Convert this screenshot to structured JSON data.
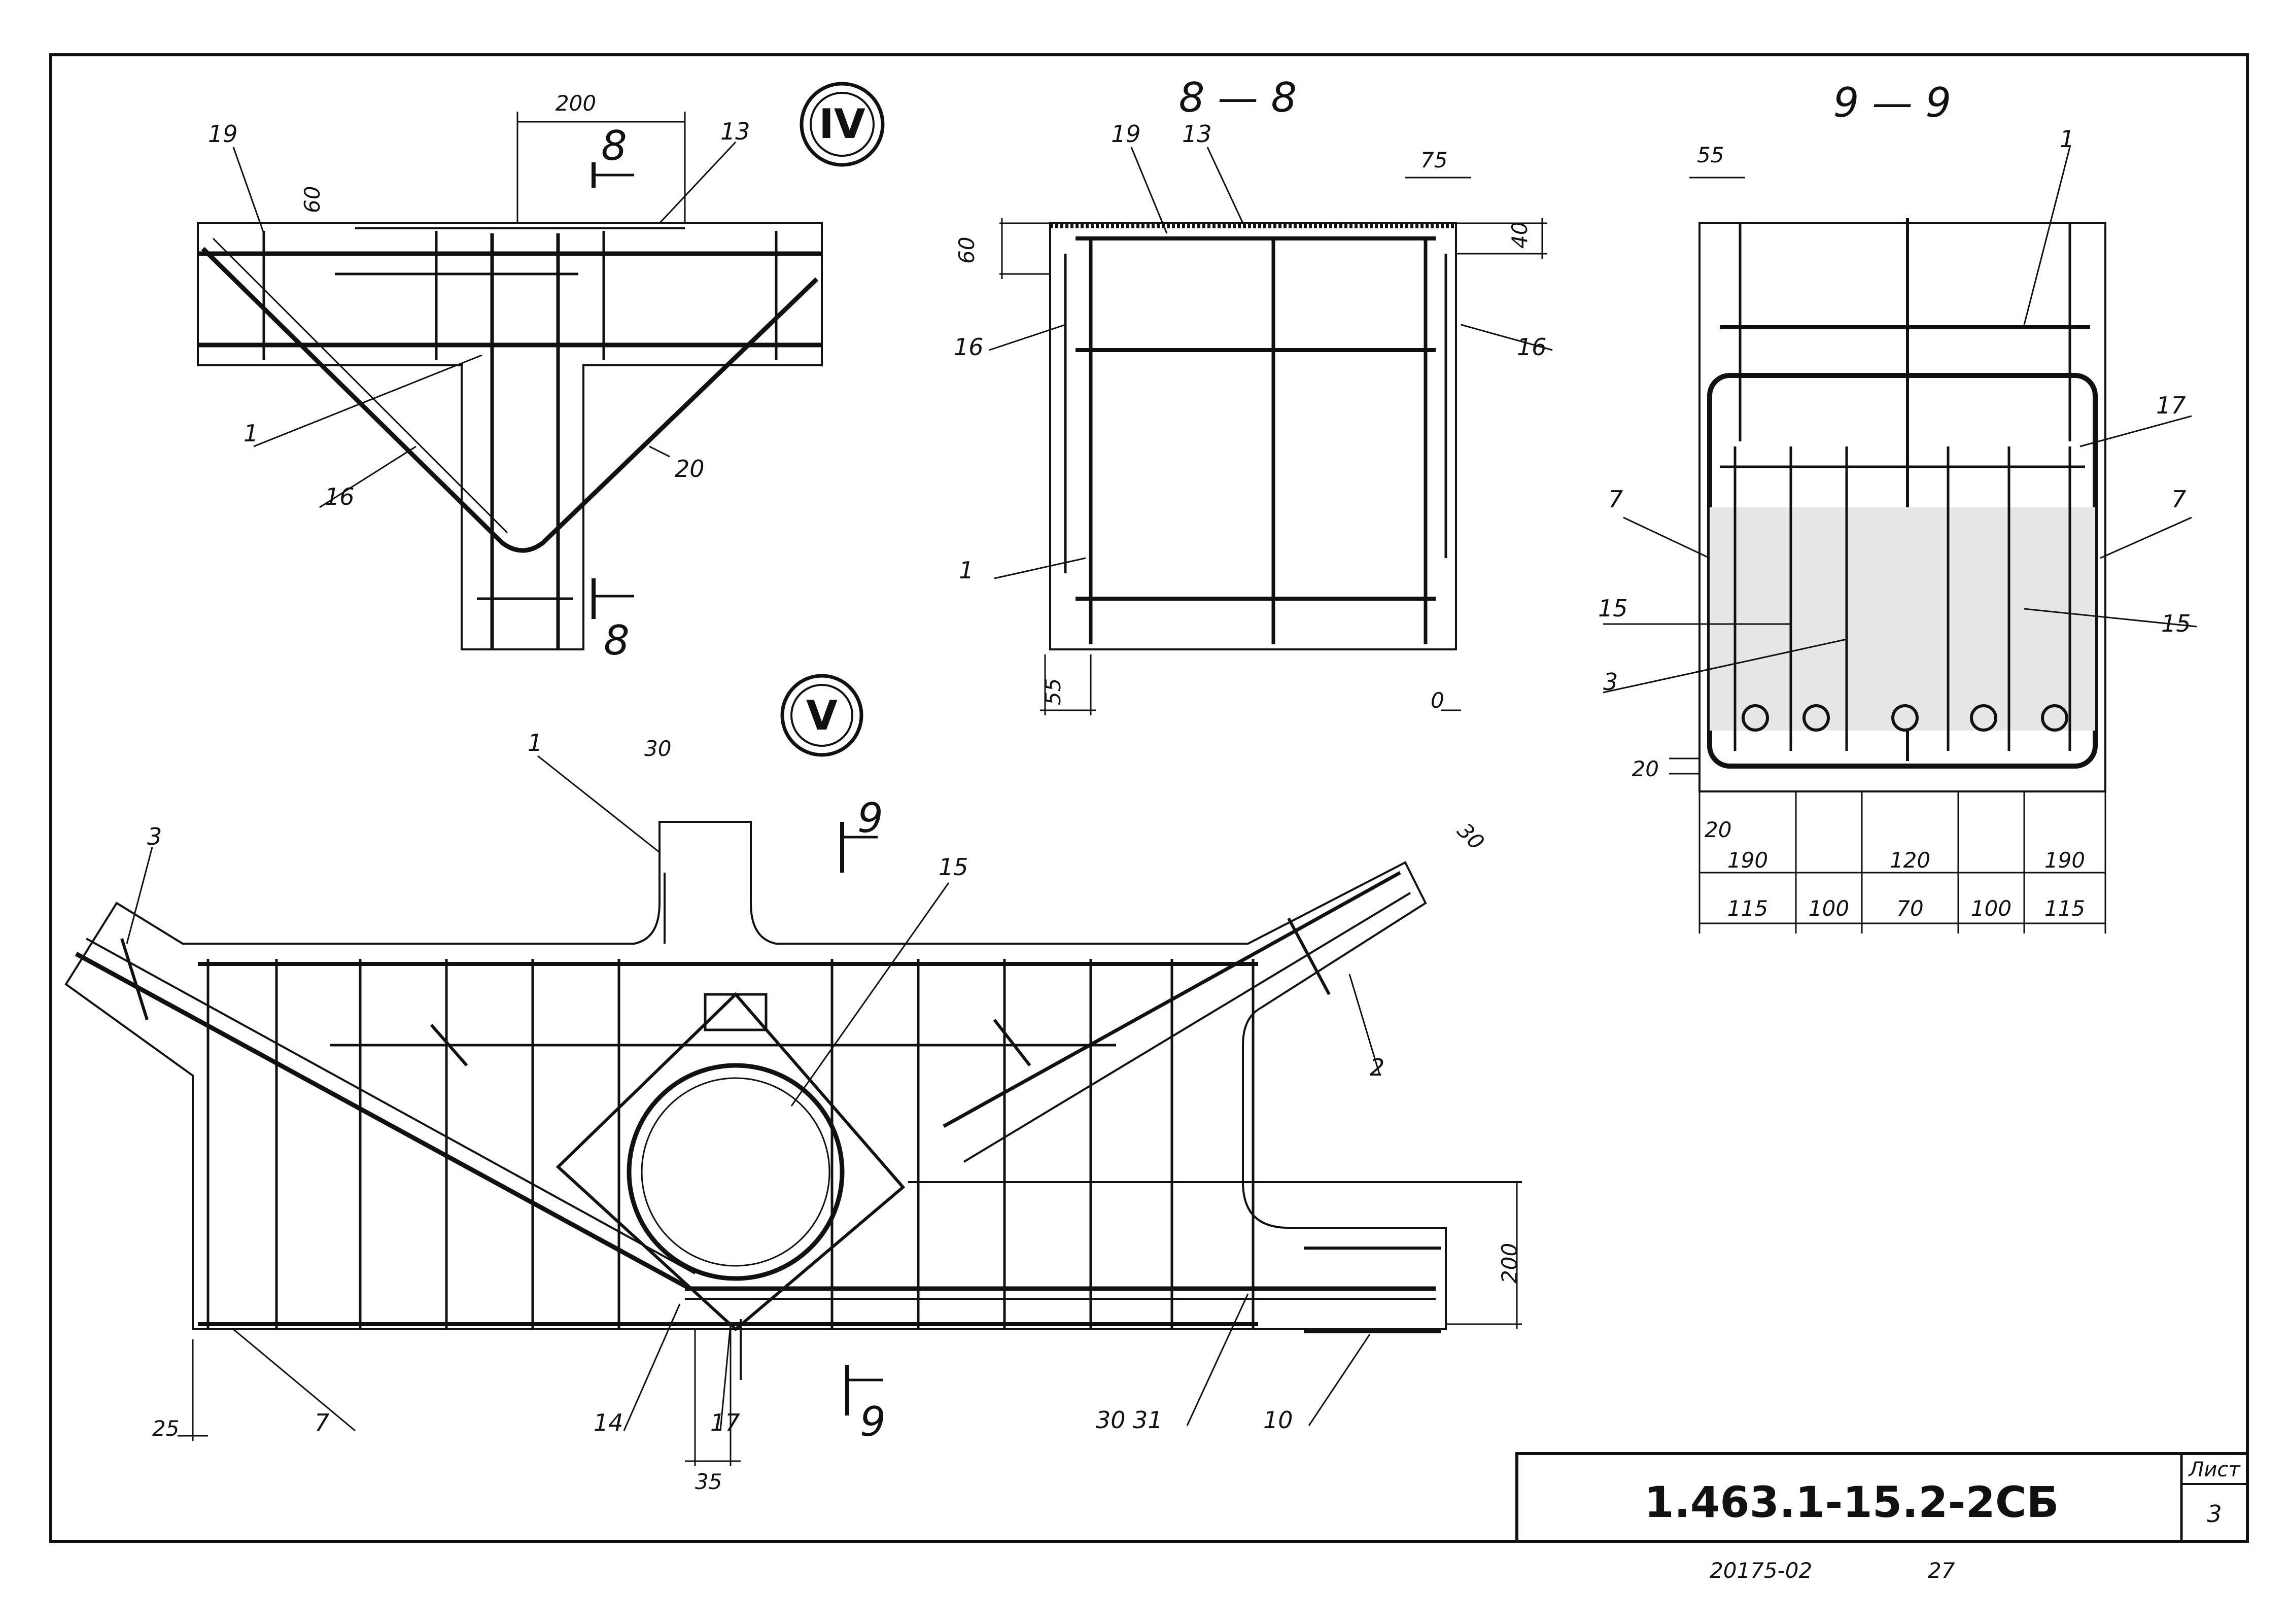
{
  "views": {
    "node_iv": {
      "marker": "IV",
      "section_mark": "8"
    },
    "node_v": {
      "marker": "V",
      "section_mark": "9"
    },
    "section_8": {
      "title": "8 — 8"
    },
    "section_9": {
      "title": "9 — 9"
    }
  },
  "dimensions": {
    "d200": "200",
    "d60": "60",
    "d20": "20",
    "d75": "75",
    "d40": "40",
    "d55": "55",
    "d0": "0",
    "d30": "30",
    "d25": "25",
    "d35": "35",
    "d190": "190",
    "d120": "120",
    "d115": "115",
    "d100": "100",
    "d70": "70"
  },
  "positions": {
    "p1": "1",
    "p2": "2",
    "p3": "3",
    "p7": "7",
    "p10": "10",
    "p13": "13",
    "p14": "14",
    "p15": "15",
    "p16": "16",
    "p17": "17",
    "p19": "19",
    "p20": "20",
    "p3031": "30 31"
  },
  "title_block": {
    "document_code": "1.463.1-15.2-2СБ",
    "sheet_label": "Лист",
    "sheet_number": "3"
  },
  "footer": {
    "archive_number": "20175-02",
    "page": "27"
  }
}
